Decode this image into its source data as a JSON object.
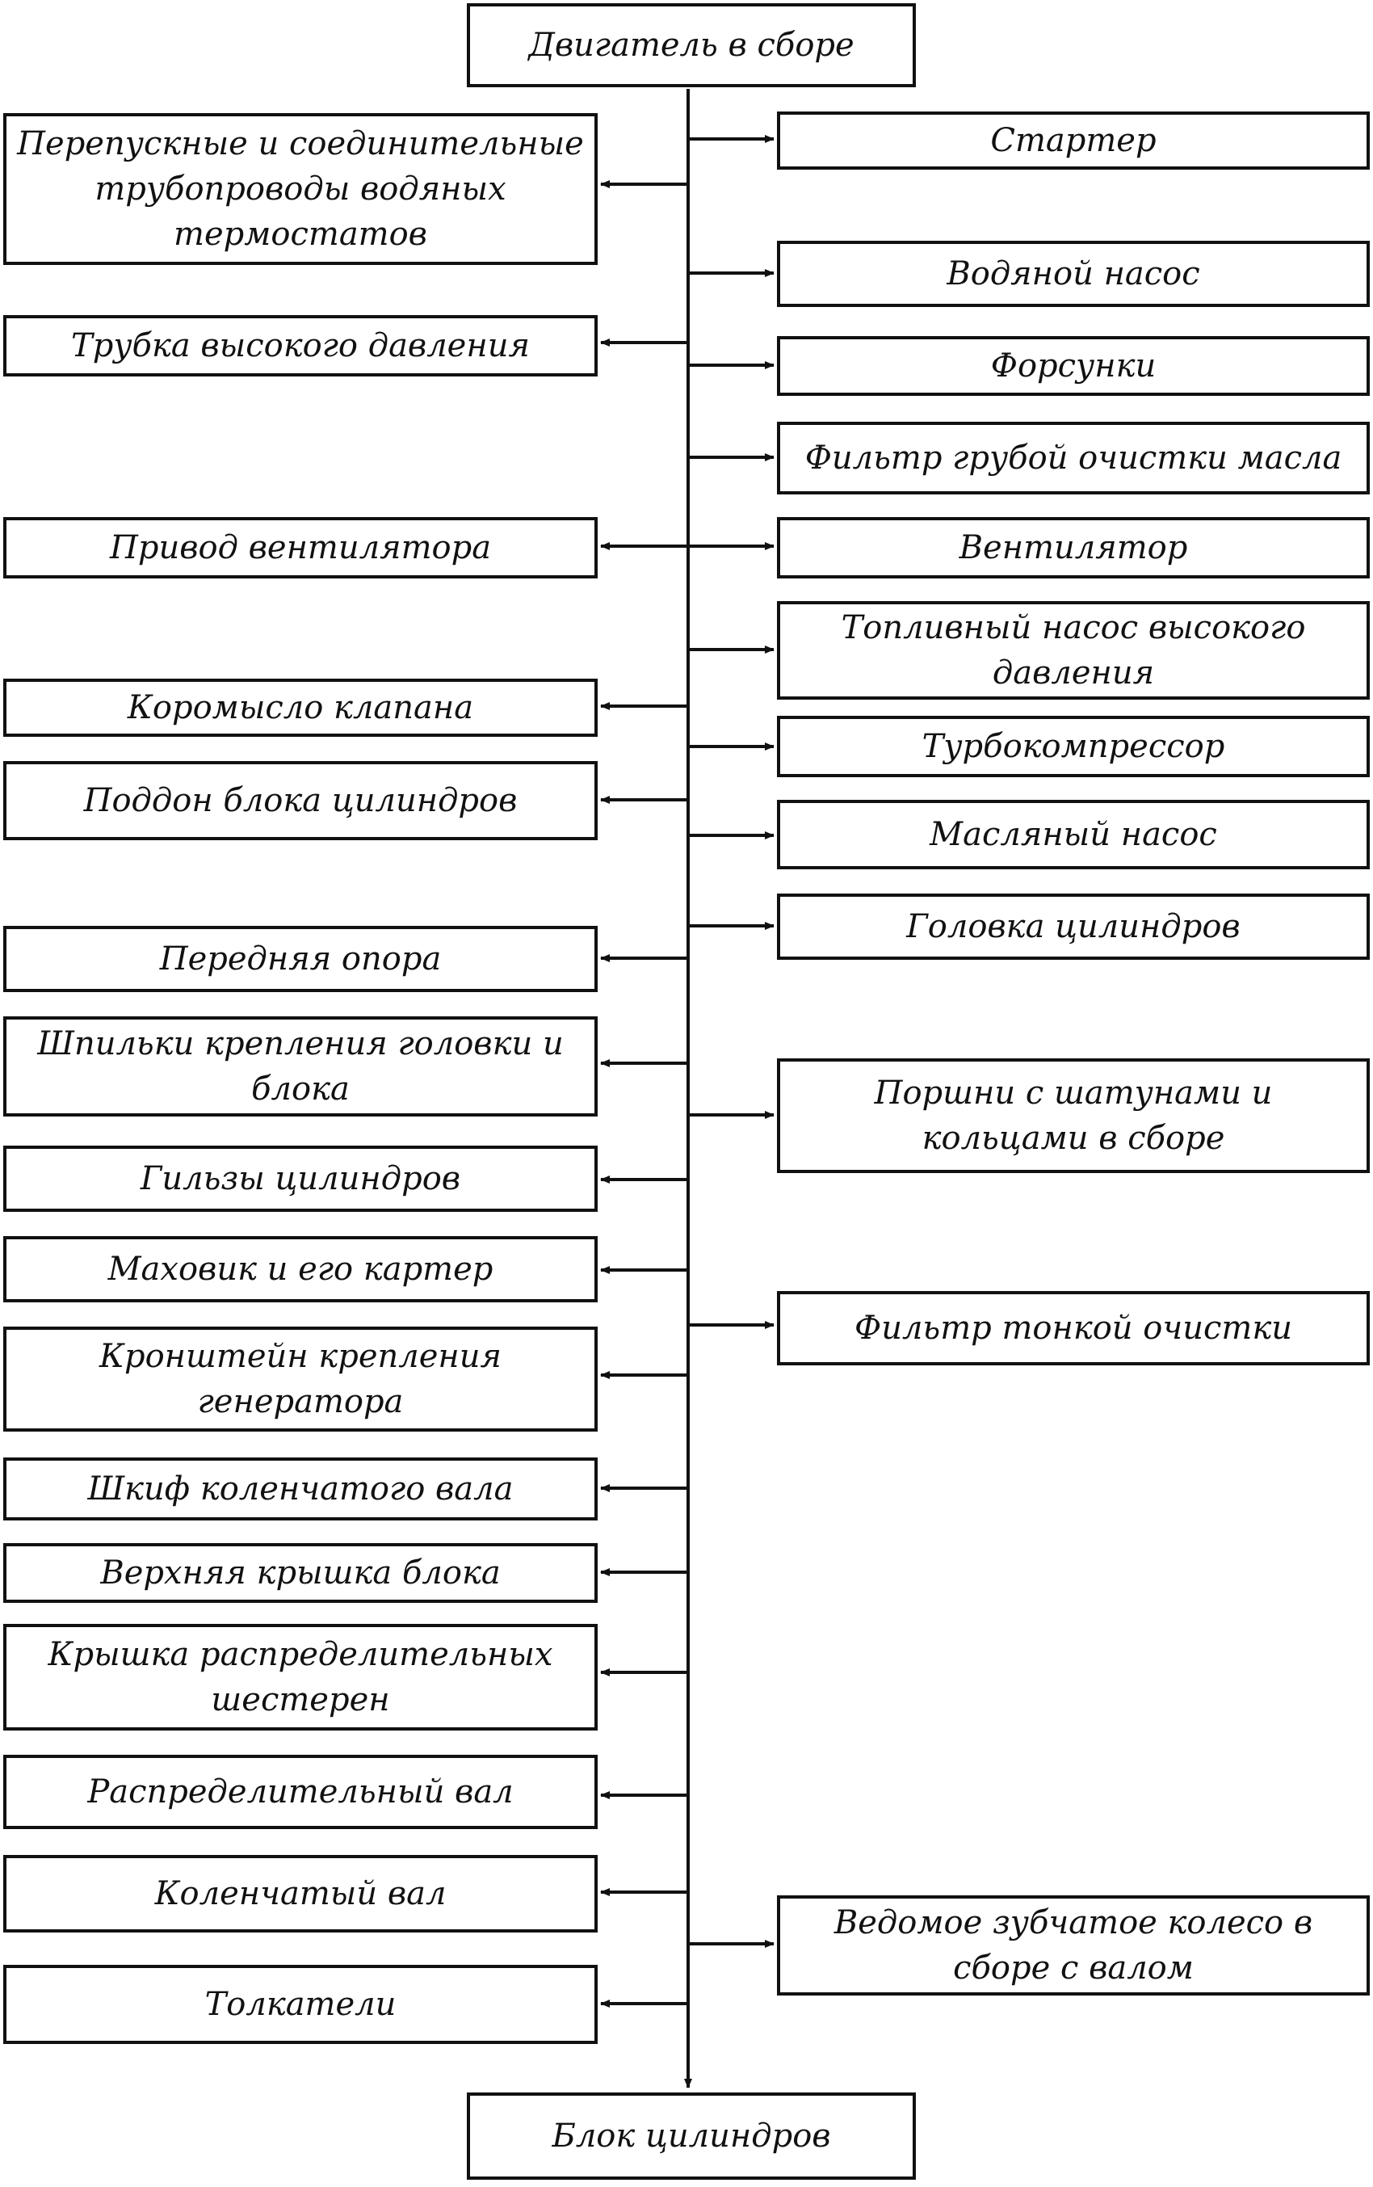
{
  "diagram": {
    "top": "Двигатель в сборе",
    "bottom": "Блок цилиндров",
    "left": [
      "Перепускные и соединительные трубопроводы водяных термостатов",
      "Трубка высокого давления",
      "Привод вентилятора",
      "Коромысло клапана",
      "Поддон блока цилиндров",
      "Передняя опора",
      "Шпильки крепления головки и блока",
      "Гильзы цилиндров",
      "Маховик и его картер",
      "Кронштейн крепления генератора",
      "Шкиф коленчатого вала",
      "Верхняя крышка блока",
      "Крышка распределительных шестерен",
      "Распределительный вал",
      "Коленчатый вал",
      "Толкатели"
    ],
    "right": [
      "Стартер",
      "Водяной насос",
      "Форсунки",
      "Фильтр грубой очистки масла",
      "Вентилятор",
      "Топливный насос высокого давления",
      "Турбокомпрессор",
      "Масляный насос",
      "Головка цилиндров",
      "Поршни с шатунами и кольцами в сборе",
      "Фильтр тонкой очистки",
      "Ведомое зубчатое колесо в сборе с валом"
    ]
  }
}
